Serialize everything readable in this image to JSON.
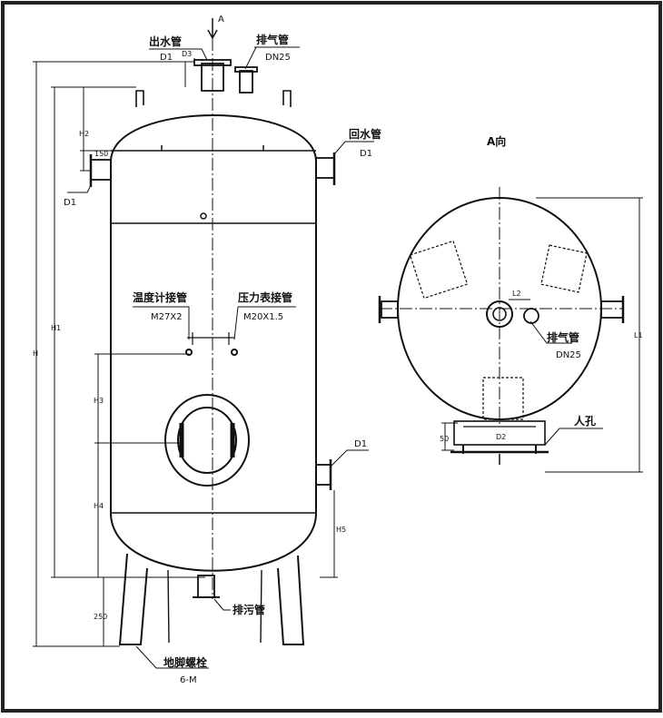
{
  "labels": {
    "view_arrow": "A",
    "outlet_pipe": "出水管",
    "outlet_size": "D1",
    "vent_pipe": "排气管",
    "vent_size": "DN25",
    "return_pipe": "回水管",
    "return_size": "D1",
    "left_inlet_size": "D1",
    "temp_pipe": "温度计接管",
    "temp_size": "M27X2",
    "pressure_pipe": "压力表接管",
    "pressure_size": "M20X1.5",
    "side_pipe_size": "D1",
    "drain_pipe": "排污管",
    "anchor_bolt": "地脚螺栓",
    "anchor_bolt_qty": "6-M",
    "view_a_title": "A向",
    "view_a_vent": "排气管",
    "view_a_vent_size": "DN25",
    "manhole": "人孔",
    "dim_h": "H",
    "dim_h1": "H1",
    "dim_h2": "H2",
    "dim_h3": "H3",
    "dim_h4": "H4",
    "dim_h5": "H5",
    "dim_150": "150",
    "dim_250": "250",
    "dim_50": "50",
    "dim_l2": "L2",
    "dim_d2": "D2",
    "dim_d3": "D3",
    "dim_l1": "L1"
  },
  "colors": {
    "line": "#111111",
    "background": "#ffffff",
    "border": "#222222"
  }
}
